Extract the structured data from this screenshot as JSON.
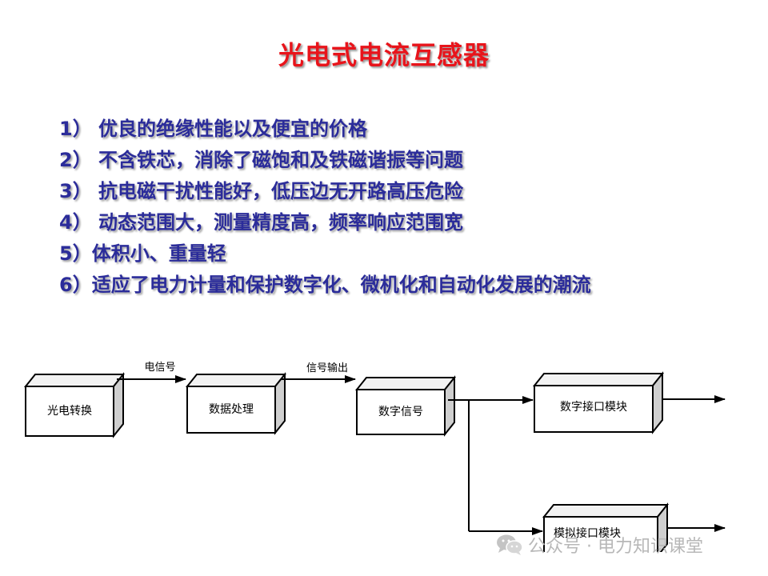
{
  "slide": {
    "title": "光电式电流互感器",
    "points": [
      "1） 优良的绝缘性能以及便宜的价格",
      "2） 不含铁芯，消除了磁饱和及铁磁谐振等问题",
      "3） 抗电磁干扰性能好，低压边无开路高压危险",
      "4） 动态范围大，测量精度高，频率响应范围宽",
      "5）体积小、重量轻",
      "6）适应了电力计量和保护数字化、微机化和自动化发展的潮流"
    ]
  },
  "diagram": {
    "boxes": {
      "photoelectric": "光电转换",
      "processing": "数据处理",
      "digital_signal": "数字信号",
      "digital_interface": "数字接口模块",
      "analog_interface": "模拟接口模块"
    },
    "arrow_labels": {
      "electric_signal": "电信号",
      "signal_output": "信号输出"
    }
  },
  "watermark": {
    "text": "公众号 · 电力知识课堂",
    "icon": "wechat-icon"
  },
  "colors": {
    "title": "#e8141b",
    "points": "#2b2c9a"
  }
}
